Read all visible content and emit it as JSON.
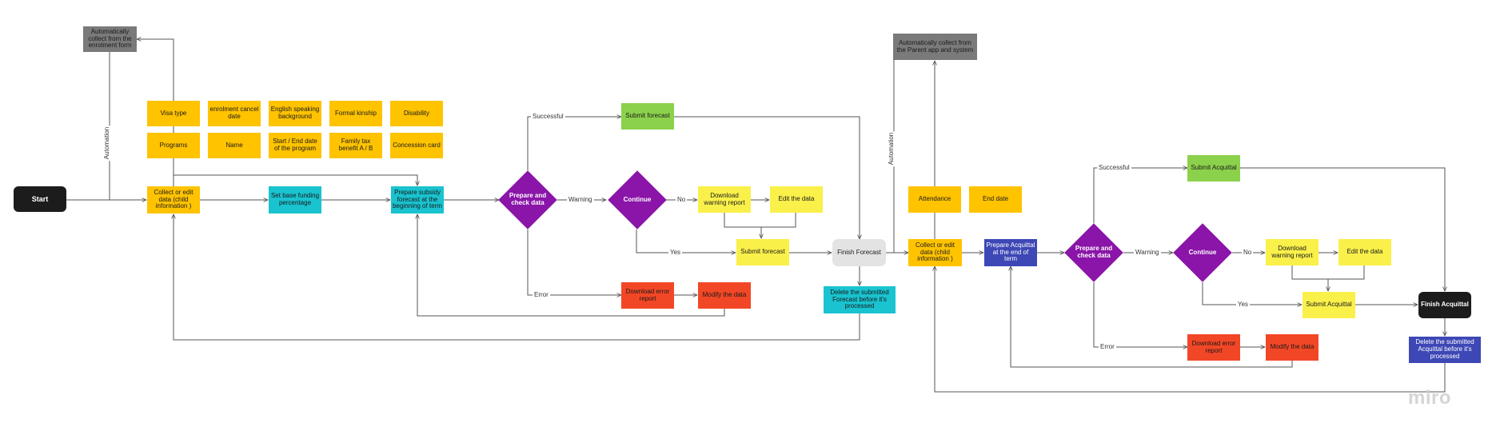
{
  "colors": {
    "orange": "#ffc300",
    "teal": "#19c3cf",
    "purple": "#8a15a8",
    "green": "#8cd14b",
    "yellow": "#faf04a",
    "red": "#f24726",
    "gray": "#7a7a7a",
    "black": "#1c1c1c",
    "light_gray": "#e3e3e3",
    "navy": "#3d47b5",
    "connector": "#555555"
  },
  "nodes": {
    "start": "Start",
    "auto_enrolment": "Automatically collect from the enrolment form",
    "visa_type": "Visa type",
    "enrolment_cancel_date": "enrolment cancel date",
    "english_speaking_background": "English speaking background",
    "formal_kinship": "Formal kinship",
    "disability": "Disability",
    "programs": "Programs",
    "name": "Name",
    "start_end_date": "Start / End date of the program",
    "family_tax_benefit": "Family tax benefit A / B",
    "concession_card": "Concession card",
    "collect_edit_1": "Collect or edit data (child information )",
    "set_base_funding": "Set base funding percentage",
    "prepare_subsidy_forecast": "Prepare subsidy forecast at the beginning of term",
    "prepare_check_1": "Prepare and check data",
    "continue_1": "Continue",
    "submit_forecast_top": "Submit forecast",
    "download_warning_1": "Download warning report",
    "edit_data_1": "Edit the data",
    "submit_forecast": "Submit forecast",
    "download_error_1": "Download error report",
    "modify_data_1": "Modify the data",
    "finish_forecast": "Finish Forecast",
    "delete_forecast": "Delete the submitted Forecast before it's processed",
    "auto_parent_app": "Automatically collect from the Parent app and system",
    "attendance": "Attendance",
    "end_date": "End date",
    "collect_edit_2": "Collect or edit data (child information )",
    "prepare_acquittal": "Prepare Acquittal at the end of term",
    "prepare_check_2": "Prepare and check data",
    "continue_2": "Continue",
    "submit_acquittal_top": "Submit Acquittal",
    "download_warning_2": "Download warning report",
    "edit_data_2": "Edit the data",
    "submit_acquittal": "Submit Acquittal",
    "download_error_2": "Download error report",
    "modify_data_2": "Modify the data",
    "finish_acquittal": "Finish Acquittal",
    "delete_acquittal": "Delete the submitted Acquittal before it's processed"
  },
  "edge_labels": {
    "automation_1": "Automation",
    "successful_1": "Successful",
    "warning_1": "Warning",
    "no_1": "No",
    "yes_1": "Yes",
    "error_1": "Error",
    "automation_2": "Automation",
    "successful_2": "Successful",
    "warning_2": "Warning",
    "no_2": "No",
    "yes_2": "Yes",
    "error_2": "Error"
  },
  "watermark": "miro"
}
